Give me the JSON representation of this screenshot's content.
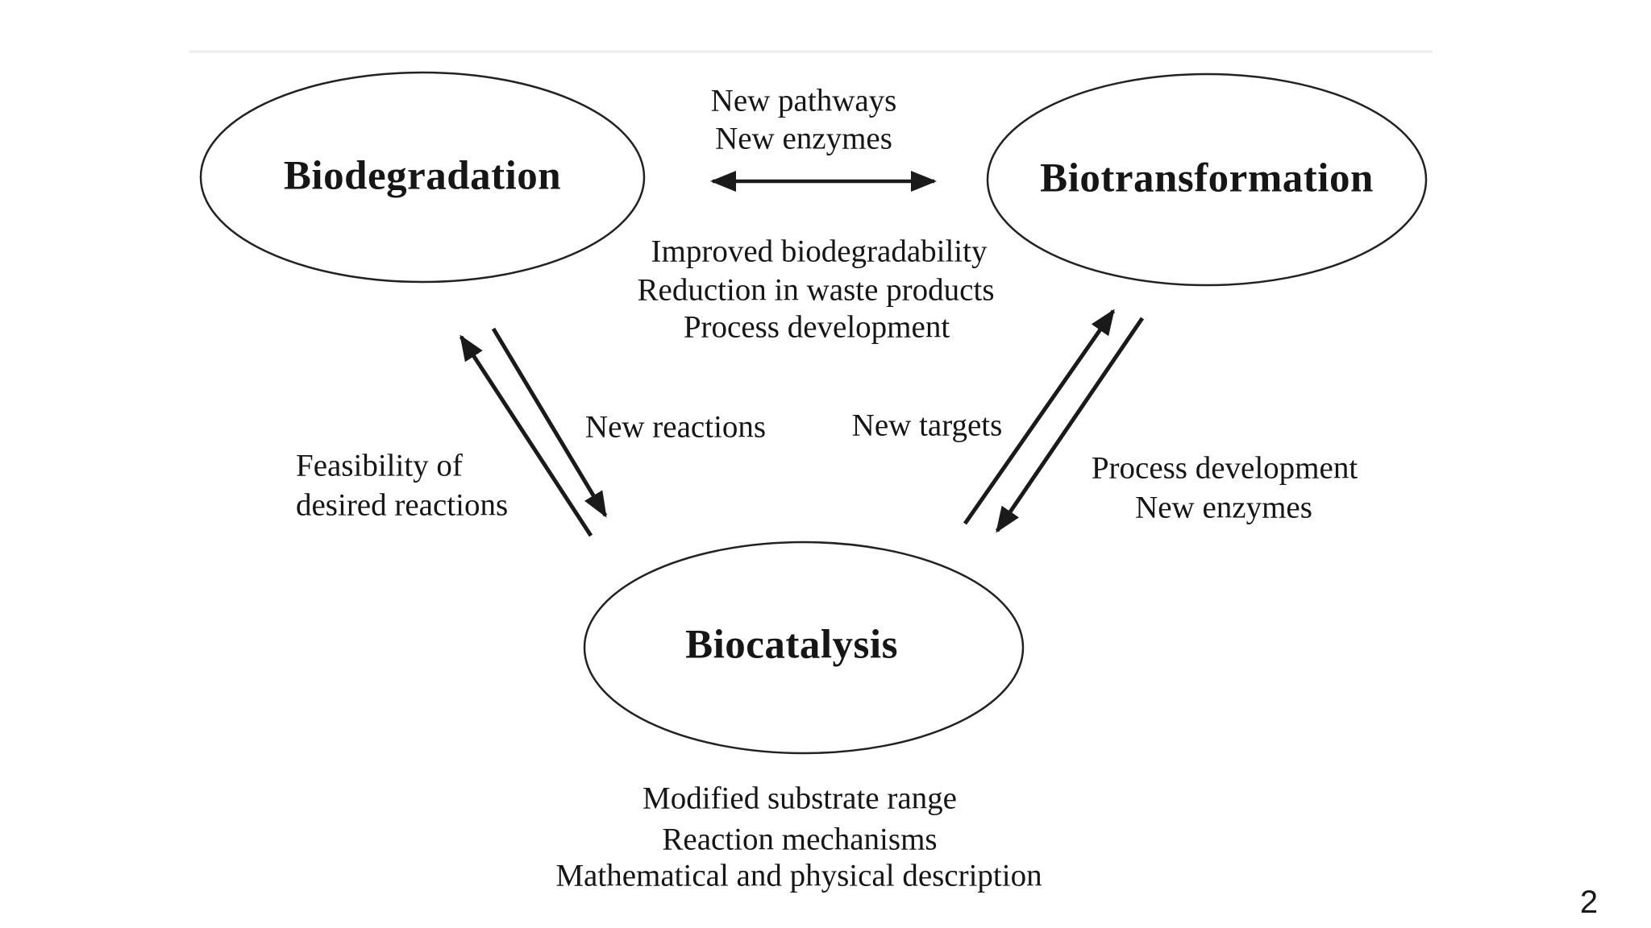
{
  "slide": {
    "page_number": "2"
  },
  "nodes": {
    "biodegradation": {
      "label": "Biodegradation"
    },
    "biotransformation": {
      "label": "Biotransformation"
    },
    "biocatalysis": {
      "label": "Biocatalysis"
    }
  },
  "top_link": {
    "labels_above": [
      "New pathways",
      "New enzymes"
    ],
    "labels_below": [
      "Improved biodegradability",
      "Reduction in waste products",
      "Process development"
    ]
  },
  "left_link": {
    "inner_label": "New reactions",
    "outer_label_lines": [
      "Feasibility of",
      "desired reactions"
    ]
  },
  "right_link": {
    "inner_label": "New targets",
    "outer_label_lines": [
      "Process development",
      "New enzymes"
    ]
  },
  "biocatalysis_notes": [
    "Modified substrate range",
    "Reaction mechanisms",
    "Mathematical and physical description"
  ],
  "colors": {
    "ink": "#161616",
    "shape_stroke": "#222222",
    "arrow": "#1a1a1a",
    "divider": "#ececea",
    "background": "#ffffff"
  }
}
